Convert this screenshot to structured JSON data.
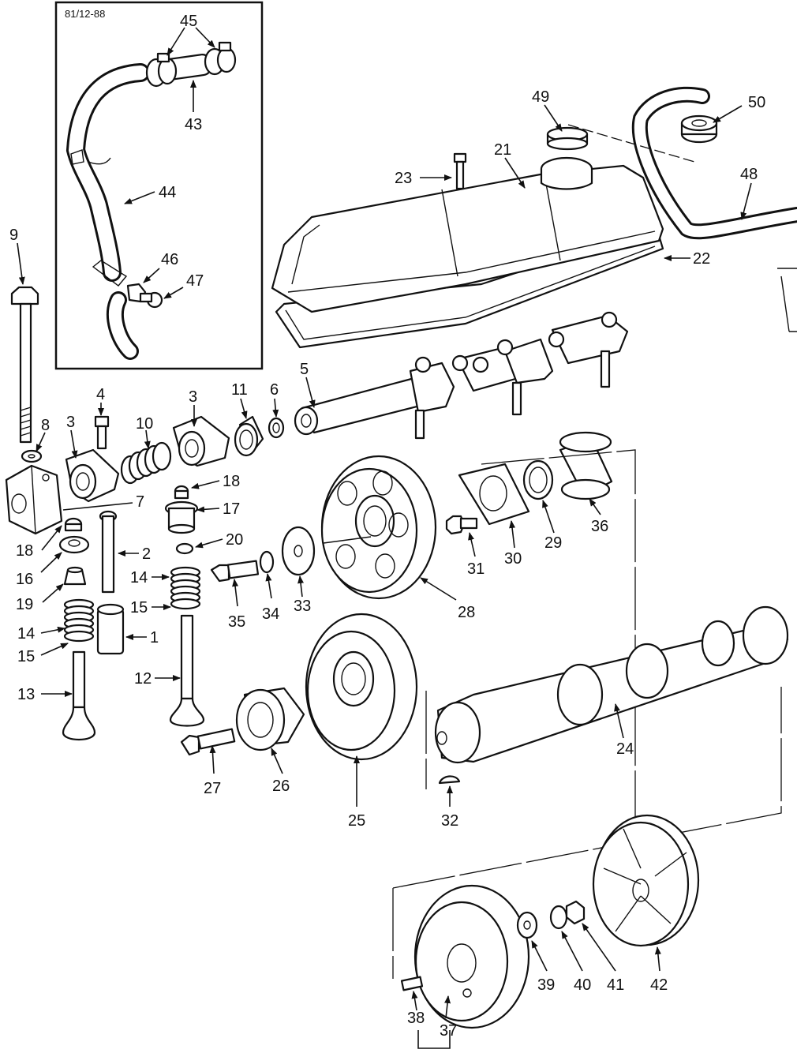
{
  "drawing_code": "81/12-88",
  "callouts": {
    "c1": "1",
    "c2": "2",
    "c3a": "3",
    "c3b": "3",
    "c4": "4",
    "c5": "5",
    "c6": "6",
    "c7": "7",
    "c8": "8",
    "c9": "9",
    "c10": "10",
    "c11": "11",
    "c12": "12",
    "c13": "13",
    "c14a": "14",
    "c14b": "14",
    "c15a": "15",
    "c15b": "15",
    "c16": "16",
    "c17": "17",
    "c18a": "18",
    "c18b": "18",
    "c19": "19",
    "c20": "20",
    "c21": "21",
    "c22": "22",
    "c23": "23",
    "c24": "24",
    "c25": "25",
    "c26": "26",
    "c27": "27",
    "c28": "28",
    "c29": "29",
    "c30": "30",
    "c31": "31",
    "c32": "32",
    "c33": "33",
    "c34": "34",
    "c35": "35",
    "c36": "36",
    "c37": "37",
    "c38": "38",
    "c39": "39",
    "c40": "40",
    "c41": "41",
    "c42": "42",
    "c43": "43",
    "c44": "44",
    "c45": "45",
    "c46": "46",
    "c47": "47",
    "c48": "48",
    "c49": "49",
    "c50": "50"
  }
}
